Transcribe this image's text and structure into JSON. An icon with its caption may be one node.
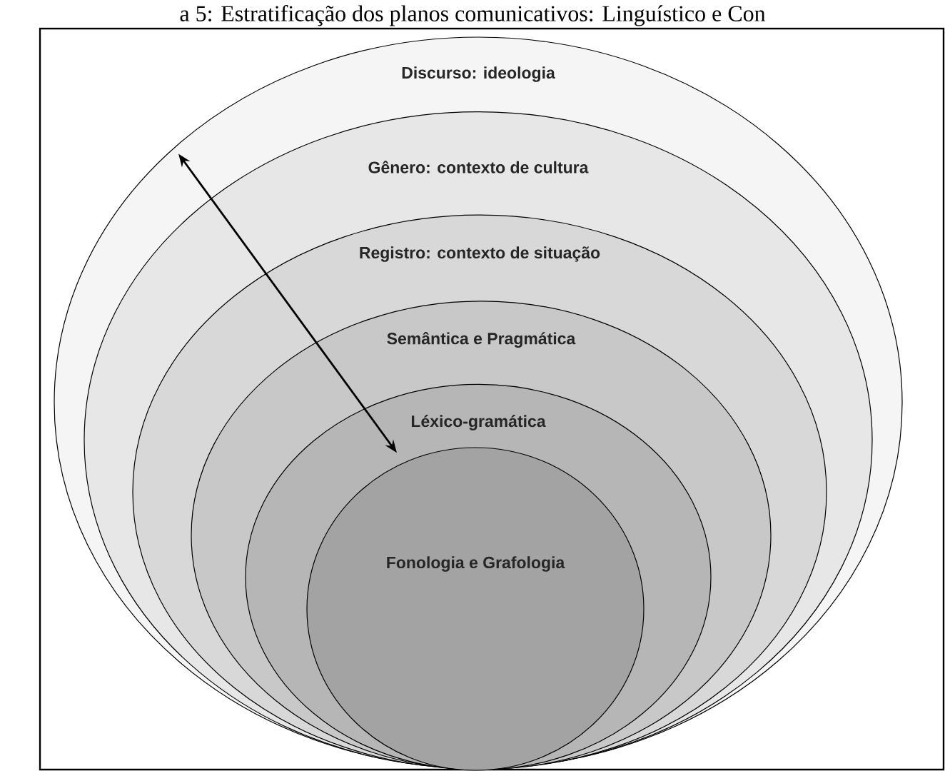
{
  "diagram": {
    "title": "a 5: Estratificação dos planos comunicativos: Linguístico e Con",
    "nodes": [
      {
        "text": [
          "Discurso: ideologia"
        ]
      },
      {
        "text": [
          "Gênero: contexto de cultura"
        ],
        "in": 0
      },
      {
        "text": [
          "Registro: contexto de situação"
        ],
        "in": 1
      },
      {
        "text": [
          "Semântica e Pragmática"
        ],
        "in": 2
      },
      {
        "text": [
          "Léxico-gramática"
        ],
        "in": 3
      },
      {
        "text": [
          "Fonologia e Grafologia"
        ],
        "in": 4
      }
    ],
    "edges": [
      {
        "from": 5,
        "to": 0,
        "arrow": "both"
      }
    ]
  }
}
